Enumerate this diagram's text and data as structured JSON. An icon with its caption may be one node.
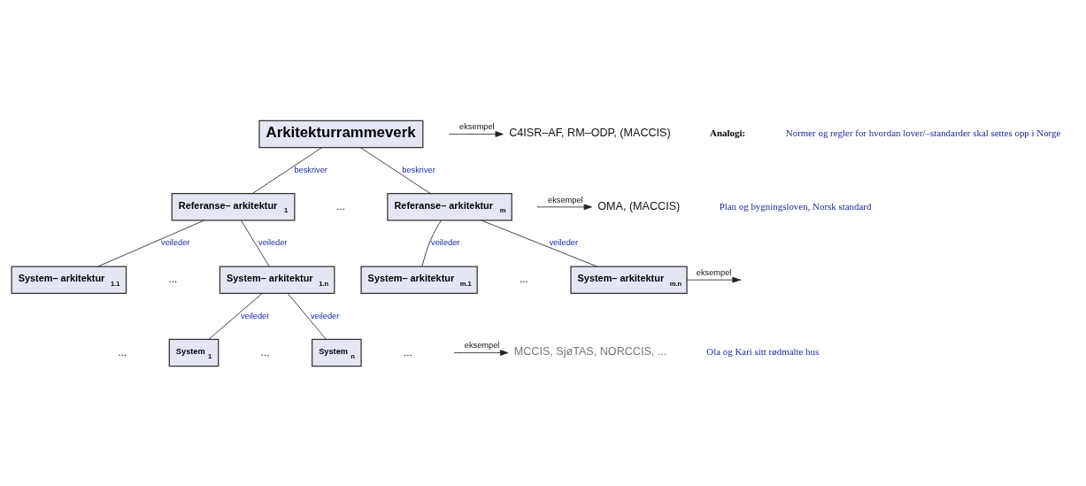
{
  "diagram": {
    "nodes": [
      {
        "text": [
          "Arkitekturrammeverk"
        ]
      },
      {
        "text": [
          "Referanse– arkitektur $_{1}$"
        ]
      },
      {
        "text": [
          "Referanse– arkitektur $_{m}$"
        ]
      },
      {
        "text": [
          "System– arkitektur $_{1.1}$"
        ]
      },
      {
        "text": [
          "System– arkitektur $_{1.n}$"
        ]
      },
      {
        "text": [
          "System– arkitektur $_{m.1}$"
        ]
      },
      {
        "text": [
          "System– arkitektur $_{m.n}$"
        ]
      },
      {
        "text": [
          "System $_{1}$"
        ]
      },
      {
        "text": [
          "System $_{n}$"
        ]
      },
      {
        "text": [
          "C4ISR–AF, RM–ODP, (MACCIS)"
        ]
      },
      {
        "text": [
          "OMA, (MACCIS)"
        ]
      },
      {
        "text": [
          "MCCIS, SjøTAS, NORCCIS, ..."
        ]
      }
    ],
    "edges": [
      {
        "from": 0,
        "to": 1,
        "arrow": "none",
        "label": "beskriver"
      },
      {
        "from": 0,
        "to": 2,
        "arrow": "none",
        "label": "beskriver"
      },
      {
        "from": 1,
        "to": 3,
        "arrow": "none",
        "label": "veileder"
      },
      {
        "from": 1,
        "to": 4,
        "arrow": "none",
        "label": "veileder"
      },
      {
        "from": 2,
        "to": 5,
        "arrow": "none",
        "label": "veileder"
      },
      {
        "from": 2,
        "to": 6,
        "arrow": "none",
        "label": "veileder"
      },
      {
        "from": 4,
        "to": 7,
        "arrow": "none",
        "label": "veileder"
      },
      {
        "from": 4,
        "to": 8,
        "arrow": "none",
        "label": "veileder"
      },
      {
        "from": null,
        "to": 9,
        "arrow": "to",
        "label": "eksempel"
      },
      {
        "from": null,
        "to": 10,
        "arrow": "to",
        "label": "eksempel"
      },
      {
        "from": 6,
        "to": null,
        "arrow": "to",
        "label": "eksempel"
      },
      {
        "from": null,
        "to": 11,
        "arrow": "to",
        "label": "eksempel"
      }
    ],
    "labels": [
      "Analogi:",
      "Normer og regler for hvordan lover/–standarder skal settes opp i Norge",
      "...",
      "Plan og bygningsloven, Norsk standard",
      "...",
      "...",
      "...",
      "...",
      "...",
      "Ola og Kari sitt rødmalte hus"
    ]
  }
}
